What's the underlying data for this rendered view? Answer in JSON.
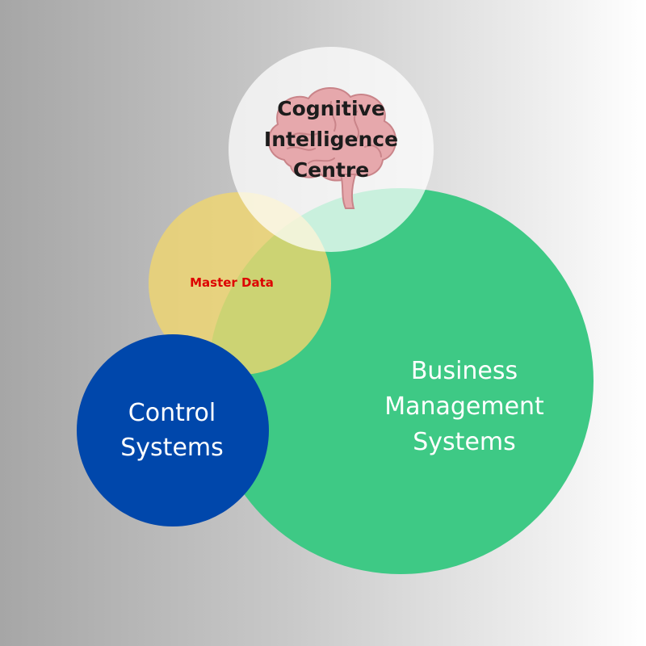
{
  "colors": {
    "business": "#3ec985",
    "master_data": "#f0d66e",
    "control": "#0047ab",
    "cognitive": "#ffffff",
    "master_data_text": "#dd0000",
    "brain": "#e6a8ac"
  },
  "nodes": {
    "cognitive": {
      "label": "Cognitive\nIntelligence\nCentre",
      "icon": "brain-icon"
    },
    "master_data": {
      "label": "Master Data"
    },
    "business": {
      "label": "Business\nManagement\nSystems"
    },
    "control": {
      "label": "Control\nSystems"
    }
  }
}
